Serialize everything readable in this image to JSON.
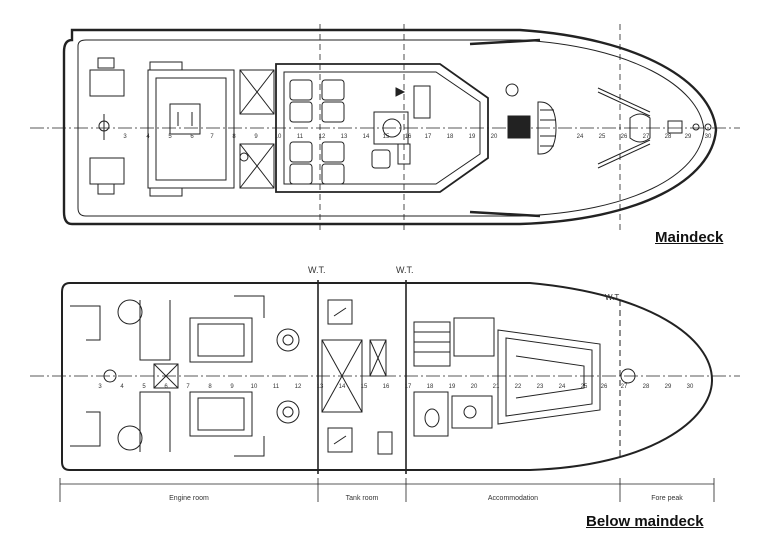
{
  "maindeck": {
    "title": "Maindeck",
    "frames": [
      "3",
      "4",
      "5",
      "6",
      "7",
      "8",
      "9",
      "10",
      "11",
      "12",
      "13",
      "14",
      "15",
      "16",
      "17",
      "18",
      "19",
      "20",
      "24",
      "25",
      "26",
      "27",
      "28",
      "29",
      "30"
    ]
  },
  "below": {
    "title": "Below maindeck",
    "wt_labels": [
      "W.T.",
      "W.T.",
      "W.T."
    ],
    "frames": [
      "3",
      "4",
      "5",
      "6",
      "7",
      "8",
      "9",
      "10",
      "11",
      "12",
      "13",
      "14",
      "15",
      "16",
      "17",
      "18",
      "19",
      "20",
      "21",
      "22",
      "23",
      "24",
      "25",
      "26",
      "27",
      "28",
      "29",
      "30"
    ],
    "compartments": [
      "Engine room",
      "Tank room",
      "Accommodation",
      "Fore peak"
    ]
  }
}
